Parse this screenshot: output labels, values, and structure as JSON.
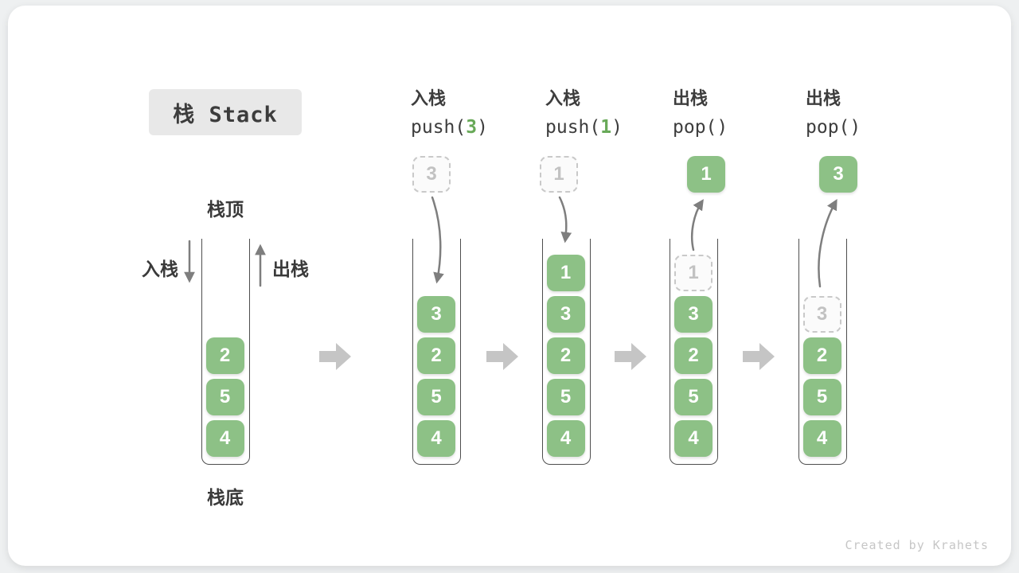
{
  "title": {
    "label": "栈 Stack"
  },
  "attribution": "Created by Krahets",
  "colors": {
    "element_green": "#8dc186",
    "code_arg_green": "#68a958",
    "dark_text": "#3c3c3c",
    "ghost_gray": "#c2c2c2",
    "block_arrow_gray": "#c5c5c5"
  },
  "legend": {
    "stack_top": "栈顶",
    "stack_bottom": "栈底",
    "push_label": "入栈",
    "pop_label": "出栈"
  },
  "operations": [
    {
      "label": "入栈",
      "code": {
        "prefix": "push(",
        "arg": "3",
        "suffix": ")"
      }
    },
    {
      "label": "入栈",
      "code": {
        "prefix": "push(",
        "arg": "1",
        "suffix": ")"
      }
    },
    {
      "label": "出栈",
      "code": {
        "prefix": "pop(",
        "arg": "",
        "suffix": ")"
      }
    },
    {
      "label": "出栈",
      "code": {
        "prefix": "pop(",
        "arg": "",
        "suffix": ")"
      }
    }
  ],
  "stacks": [
    {
      "items": [
        "2",
        "5",
        "4"
      ]
    },
    {
      "floating": {
        "style": "dashed",
        "value": "3"
      },
      "items": [
        "3",
        "2",
        "5",
        "4"
      ]
    },
    {
      "floating": {
        "style": "dashed",
        "value": "1"
      },
      "items": [
        "1",
        "3",
        "2",
        "5",
        "4"
      ]
    },
    {
      "floating": {
        "style": "solid",
        "value": "1"
      },
      "items": [
        "1",
        "3",
        "2",
        "5",
        "4"
      ]
    },
    {
      "floating": {
        "style": "solid",
        "value": "3"
      },
      "items": [
        "3",
        "2",
        "5",
        "4"
      ]
    }
  ]
}
